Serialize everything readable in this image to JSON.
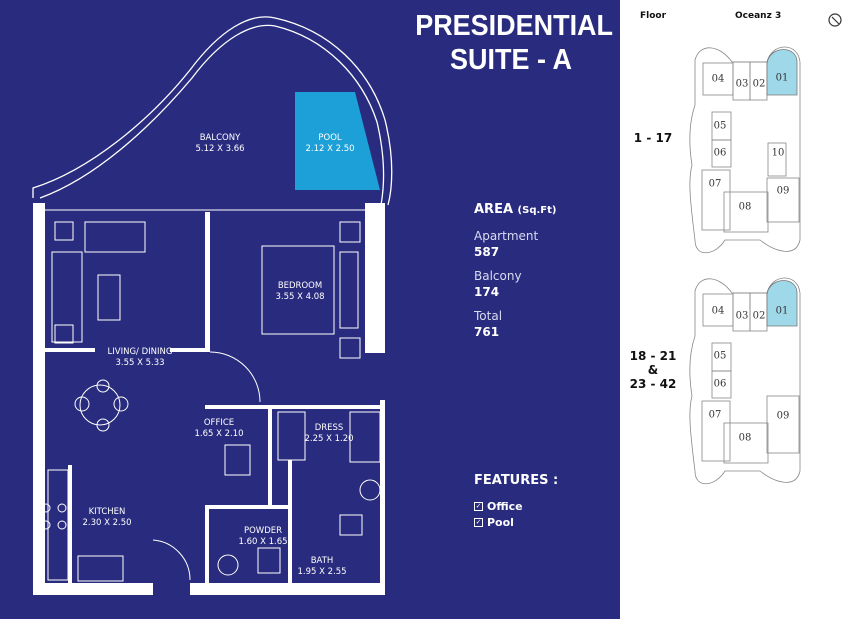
{
  "title": {
    "line1": "PRESIDENTIAL",
    "line2": "SUITE - A"
  },
  "rooms": [
    {
      "name": "BALCONY",
      "dims": "5.12 X 3.66"
    },
    {
      "name": "POOL",
      "dims": "2.12 X 2.50"
    },
    {
      "name": "BEDROOM",
      "dims": "3.55 X 4.08"
    },
    {
      "name": "LIVING/ DINING",
      "dims": "3.55 X 5.33"
    },
    {
      "name": "OFFICE",
      "dims": "1.65 X 2.10"
    },
    {
      "name": "DRESS",
      "dims": "2.25 X 1.20"
    },
    {
      "name": "KITCHEN",
      "dims": "2.30 X 2.50"
    },
    {
      "name": "POWDER",
      "dims": "1.60 X 1.65"
    },
    {
      "name": "BATH",
      "dims": "1.95 X 2.55"
    }
  ],
  "area": {
    "heading": "AREA",
    "unit": "(Sq.Ft)",
    "items": [
      {
        "label": "Apartment",
        "value": "587"
      },
      {
        "label": "Balcony",
        "value": "174"
      },
      {
        "label": "Total",
        "value": "761"
      }
    ]
  },
  "features": {
    "heading": "FEATURES :",
    "items": [
      "Office",
      "Pool"
    ]
  },
  "keyplan": {
    "floor_label": "Floor",
    "building": "Oceanz 3",
    "compass_icon": "compass-icon",
    "highlight_color": "#9fd8e8",
    "blocks": [
      {
        "floors": "1 - 17",
        "units": [
          "04",
          "03",
          "02",
          "01",
          "05",
          "06",
          "10",
          "07",
          "09",
          "08"
        ],
        "selected": "01"
      },
      {
        "floors": "18 - 21\n&\n23 - 42",
        "units": [
          "04",
          "03",
          "02",
          "01",
          "05",
          "06",
          "07",
          "09",
          "08"
        ],
        "selected": "01"
      }
    ]
  }
}
